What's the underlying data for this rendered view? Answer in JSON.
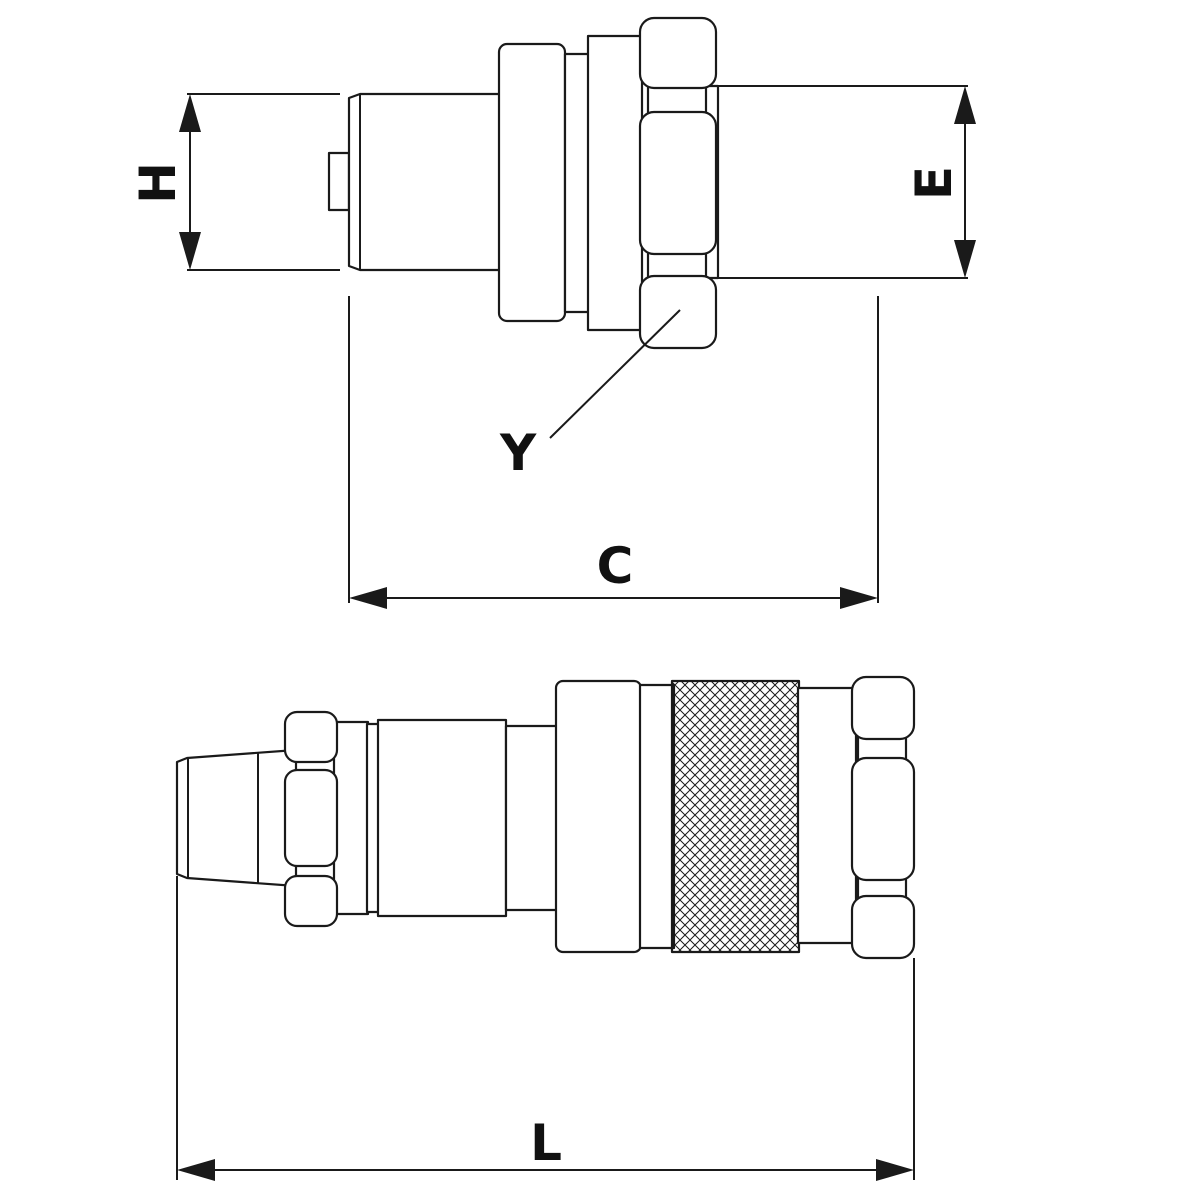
{
  "diagram": {
    "dimension_labels": {
      "h": "H",
      "e": "E",
      "y": "Y",
      "c": "C",
      "l": "L"
    }
  }
}
